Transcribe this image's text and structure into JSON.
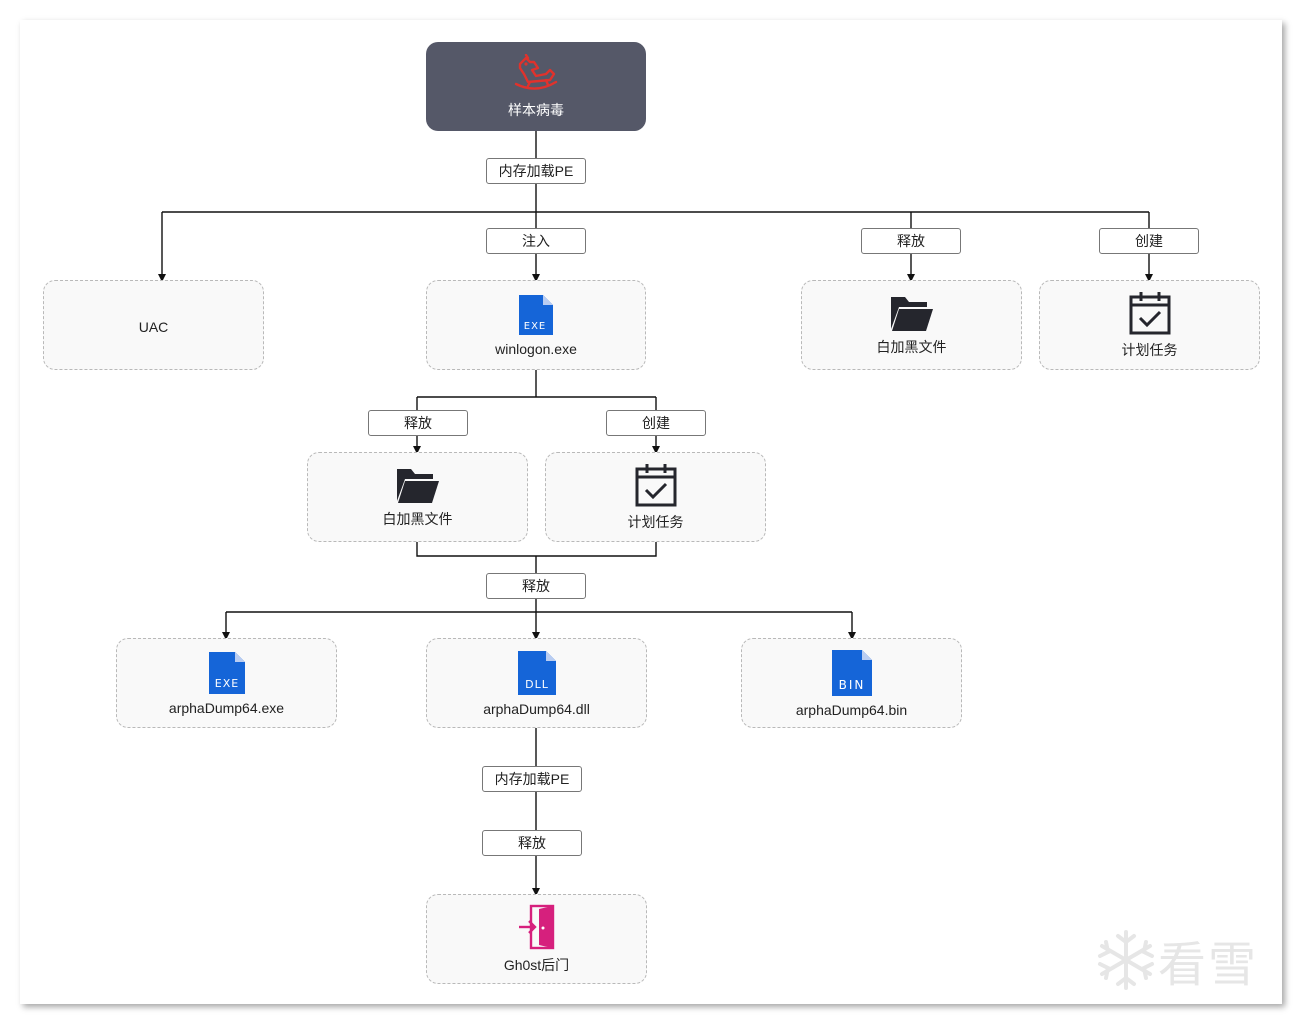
{
  "root": {
    "label": "样本病毒",
    "icon": "rocking-horse-icon",
    "color": "#555868"
  },
  "edges": {
    "e_root": "内存加载PE",
    "e_inject": "注入",
    "e_release_top": "释放",
    "e_create_top": "创建",
    "e_release_mid": "释放",
    "e_create_mid": "创建",
    "e_release_bottom": "释放",
    "e_memload_2": "内存加载PE",
    "e_release_last": "释放"
  },
  "nodes": {
    "uac": {
      "label": "UAC"
    },
    "winlogon": {
      "label": "winlogon.exe",
      "icon": "exe-file-icon",
      "icon_text": "EXE"
    },
    "whiteblack_top": {
      "label": "白加黑文件",
      "icon": "folder-icon"
    },
    "task_top": {
      "label": "计划任务",
      "icon": "calendar-check-icon"
    },
    "whiteblack_mid": {
      "label": "白加黑文件",
      "icon": "folder-icon"
    },
    "task_mid": {
      "label": "计划任务",
      "icon": "calendar-check-icon"
    },
    "dump_exe": {
      "label": "arphaDump64.exe",
      "icon": "exe-file-icon",
      "icon_text": "EXE"
    },
    "dump_dll": {
      "label": "arphaDump64.dll",
      "icon": "dll-file-icon",
      "icon_text": "DLL"
    },
    "dump_bin": {
      "label": "arphaDump64.bin",
      "icon": "bin-file-icon",
      "icon_text": "BIN"
    },
    "ghost": {
      "label": "Gh0st后门",
      "icon": "door-enter-icon",
      "color": "#d6207d"
    }
  },
  "colors": {
    "file_blue": "#1565d8",
    "root_red": "#e0322c",
    "ghost_pink": "#d6207d"
  },
  "watermark": "看雪"
}
